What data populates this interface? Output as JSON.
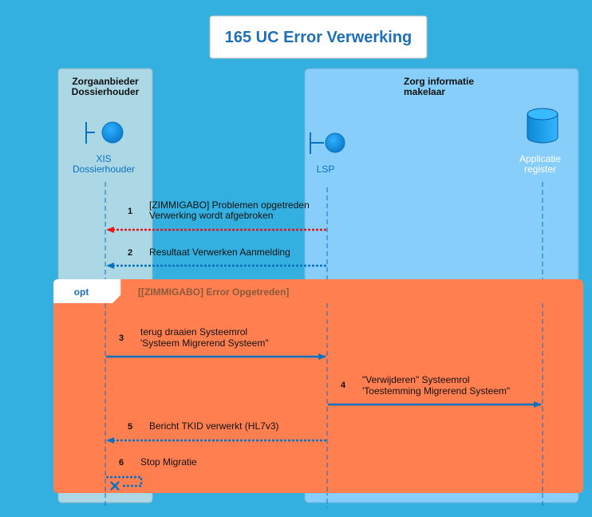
{
  "title": "165 UC Error Verwerking",
  "colors": {
    "background": "#33b0e0",
    "lane_left": "#acd8e6",
    "lane_right": "#87cefa",
    "fragment": "#ff7f50",
    "arrow_blue": "#0a72c0",
    "arrow_red": "#e8141e",
    "participant_label": "#0a72c0"
  },
  "lanes": [
    {
      "title_line1": "Zorgaanbieder",
      "title_line2": "Dossierhouder"
    },
    {
      "title_line1": "Zorg informatie",
      "title_line2": "makelaar"
    }
  ],
  "participants": [
    {
      "icon": "boundary-icon",
      "line1": "XIS",
      "line2": "Dossierhouder"
    },
    {
      "icon": "boundary-icon",
      "line1": "LSP",
      "line2": ""
    },
    {
      "icon": "database-icon",
      "line1": "Applicatie",
      "line2": "register"
    }
  ],
  "fragment": {
    "operator": "opt",
    "guard": "[[ZIMMIGABO] Error Opgetreden]"
  },
  "messages": [
    {
      "number": "1",
      "line1": "[ZIMMIGABO] Problemen opgetreden",
      "line2": "Verwerking wordt afgebroken",
      "kind": "reply",
      "color": "red"
    },
    {
      "number": "2",
      "line1": "Resultaat Verwerken Aanmelding",
      "line2": "",
      "kind": "reply",
      "color": "blue"
    },
    {
      "number": "3",
      "line1": "terug draaien Systeemrol",
      "line2": "'Systeem Migrerend Systeem\"",
      "kind": "call",
      "color": "blue"
    },
    {
      "number": "4",
      "line1": "\"Verwijderen\" Systeemrol",
      "line2": "'Toestemming Migrerend Systeem\"",
      "kind": "call",
      "color": "blue"
    },
    {
      "number": "5",
      "line1": "Bericht TKID verwerkt (HL7v3)",
      "line2": "",
      "kind": "reply",
      "color": "blue"
    },
    {
      "number": "6",
      "line1": "Stop Migratie",
      "line2": "",
      "kind": "self-destroy",
      "color": "blue"
    }
  ]
}
